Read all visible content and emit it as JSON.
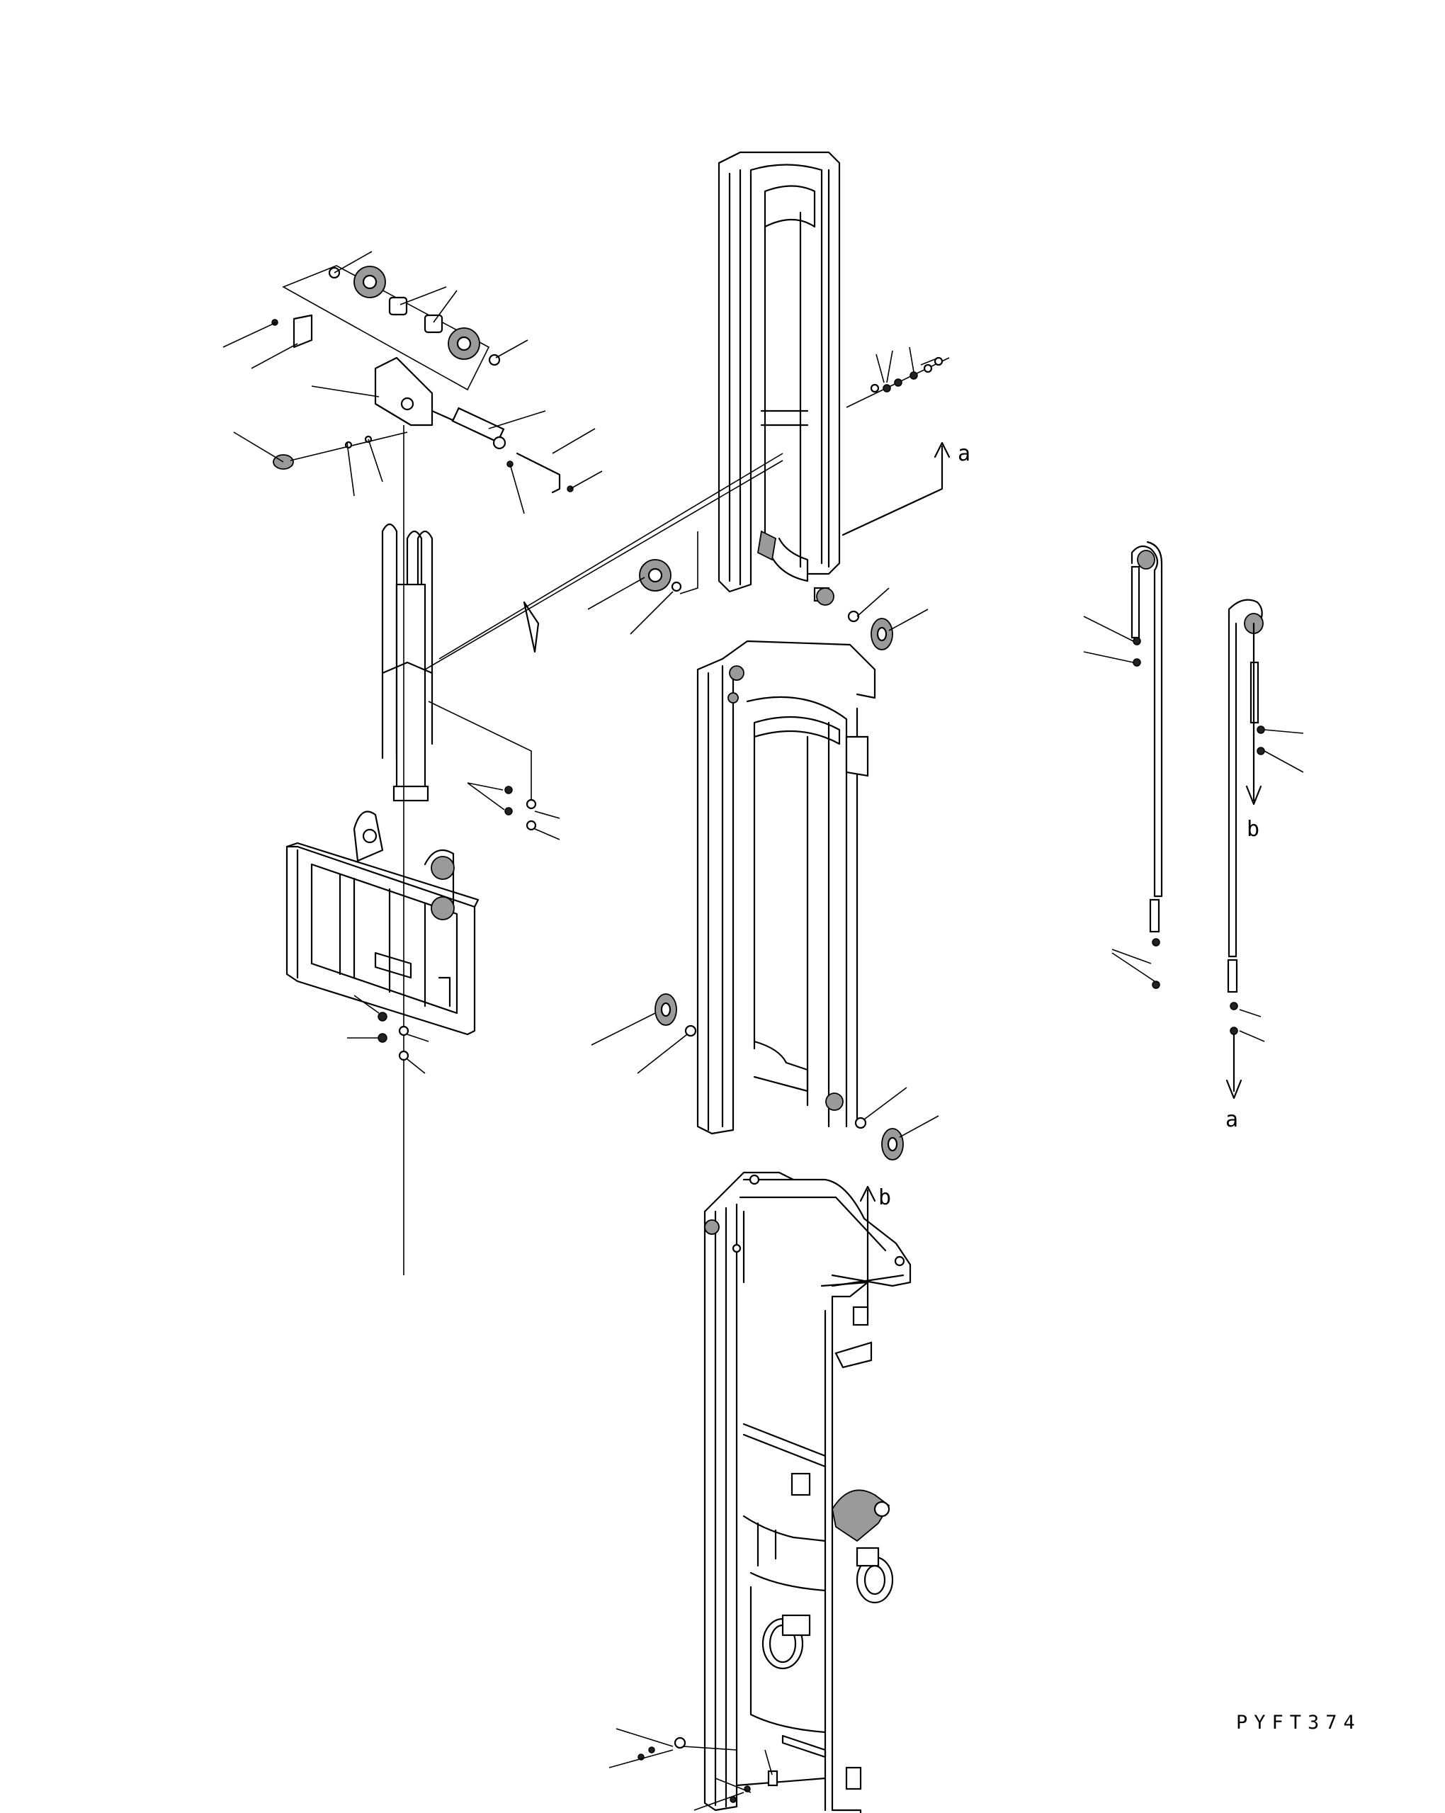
{
  "figure_code": "PYFT374",
  "reference_marks": {
    "a_top": "a",
    "b_right": "b",
    "a_bottom": "a",
    "b_bottom": "b"
  }
}
